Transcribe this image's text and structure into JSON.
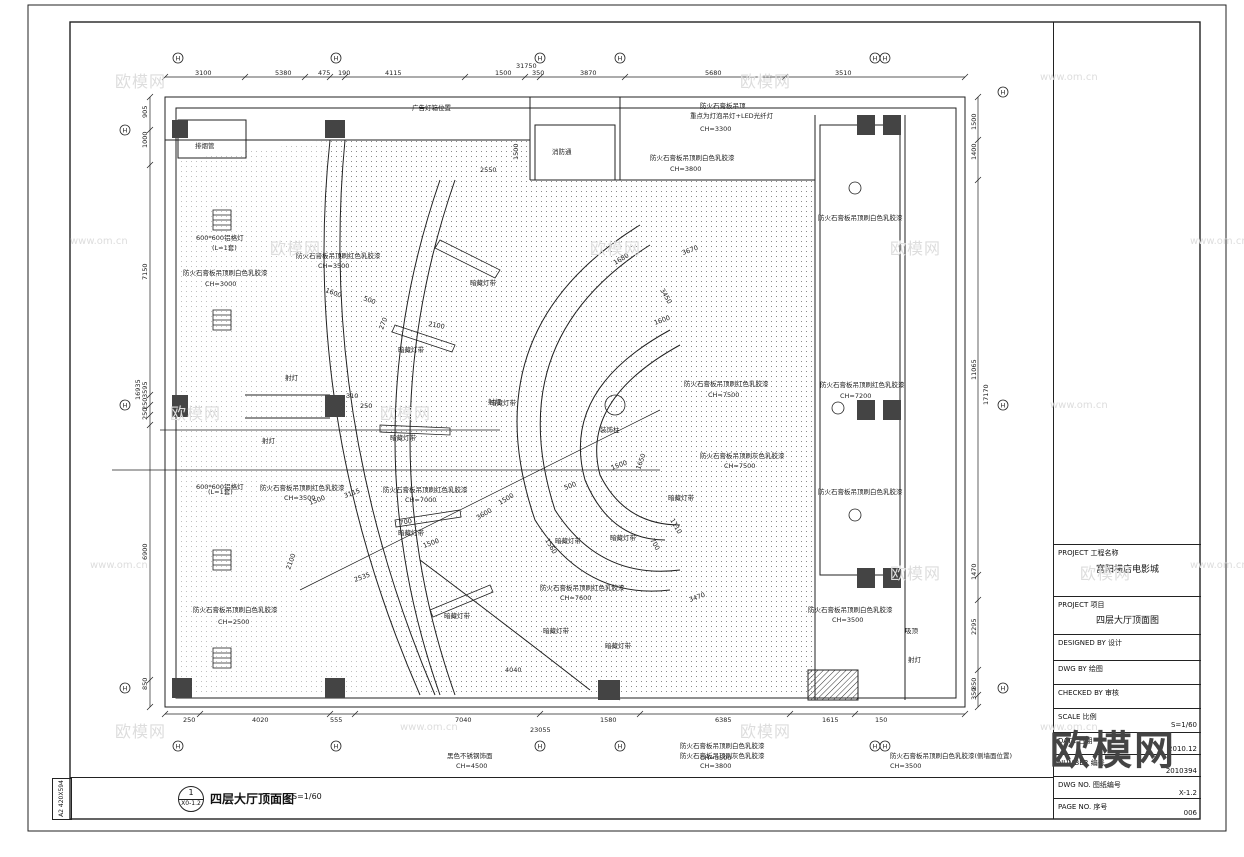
{
  "project": {
    "project_label": "PROJECT 工程名称",
    "project_name": "富阳横店电影城",
    "item_label": "PROJECT 项目",
    "item_name": "四层大厅顶面图",
    "designed_label": "DESIGNED BY 设计",
    "drawn_label": "DWG BY 绘图",
    "checked_label": "CHECKED BY 审核",
    "scale_label": "SCALE 比例",
    "scale_value": "S=1/60",
    "date_label": "DATE 日期",
    "date_value": "2010.12",
    "number_label": "NUMBER 编号",
    "number_value": "2010394",
    "dwg_no_label": "DWG NO. 图纸编号",
    "dwg_no_value": "X-1.2",
    "page_label": "PAGE NO. 序号",
    "page_value": "006"
  },
  "drawing_title": {
    "name": "四层大厅顶面图",
    "scale": "S=1/60",
    "index_no": "1",
    "index_sheet": "X0-1.2",
    "side_tag": "A2 420X594"
  },
  "dims_top": [
    "3100",
    "5380",
    "475",
    "190",
    "4115",
    "1500",
    "350",
    "3870",
    "5680",
    "3510"
  ],
  "dims_top_total": "31750",
  "dims_bottom": [
    "250",
    "4020",
    "555",
    "7040",
    "1580",
    "6385",
    "1615",
    "150"
  ],
  "dims_bottom_total": "23055",
  "dims_left": [
    "905",
    "1000",
    "7150",
    "3595",
    "250",
    "250",
    "6900",
    "850"
  ],
  "dims_left_total": "16935",
  "dims_right": [
    "1500",
    "1400",
    "11065",
    "1470",
    "2295",
    "850",
    "350"
  ],
  "dims_right_total": "17170",
  "dims_inner": [
    "2550",
    "1500",
    "1600",
    "500",
    "2100",
    "270",
    "1500",
    "3115",
    "2535",
    "2100",
    "700",
    "1500",
    "3600",
    "1500",
    "3670",
    "1680",
    "3450",
    "1600",
    "1500",
    "500",
    "1650",
    "1110",
    "700",
    "1560",
    "310",
    "250",
    "3470",
    "4040"
  ],
  "grid_labels": [
    "H",
    "H",
    "H",
    "H",
    "H",
    "H",
    "H",
    "H"
  ],
  "labels": [
    "防火石膏板吊顶刷白色乳胶漆",
    "CH=3000",
    "防火石膏板吊顶刷红色乳胶漆",
    "CH=3500",
    "600*600铝格灯",
    "(L=1套)",
    "防火石膏板吊顶刷红色乳胶漆",
    "CH=3500",
    "防火石膏板吊顶刷红色乳胶漆",
    "CH=7000",
    "防火石膏板吊顶刷白色乳胶漆",
    "CH=2500",
    "防火石膏板吊顶刷白色乳胶漆",
    "CH=3800",
    "防火石膏板吊顶刷红色乳胶漆",
    "CH=7500",
    "防火石膏板吊顶刷灰色乳胶漆",
    "CH=7500",
    "防火石膏板吊顶刷红色乳胶漆",
    "CH=7600",
    "防火石膏板吊顶刷白色乳胶漆",
    "防火石膏板吊顶刷白色乳胶漆",
    "防火石膏板吊顶刷白色乳胶漆",
    "CH=3500",
    "防火石膏板吊顶刷白色乳胶漆",
    "CH=3500",
    "防火石膏板吊顶刷红色乳胶漆",
    "CH=7200",
    "排烟管",
    "消防通",
    "广告灯箱位置",
    "暗藏灯带",
    "暗藏灯带",
    "暗藏灯带",
    "暗藏灯带",
    "暗藏灯带",
    "暗藏灯带",
    "射灯",
    "射灯",
    "射灯",
    "装饰柱",
    "暗藏灯带",
    "暗藏灯带",
    "暗藏灯带",
    "防火石膏板吊顶",
    "重点为灯泡吊灯+LED光纤灯",
    "CH=3300",
    "600*600铝格灯",
    "(L=1套)",
    "黑色不锈钢饰面",
    "CH=4500",
    "防火石膏板吊顶刷灰色乳胶漆",
    "CH=3800",
    "防火石膏板吊顶刷白色乳胶漆(侧墙面位置)",
    "CH=3500",
    "吸顶",
    "射灯",
    "暗藏灯带",
    "暗藏灯带"
  ],
  "watermarks": [
    "欧模网",
    "欧模网",
    "欧模网",
    "欧模网",
    "欧模网",
    "欧模网",
    "欧模网",
    "欧模网",
    "欧模网",
    "欧模网",
    "欧模网"
  ],
  "watermark_urls": [
    "www.om.cn",
    "www.om.cn",
    "www.om.cn",
    "www.om.cn",
    "www.om.cn",
    "www.om.cn",
    "www.om.cn",
    "www.om.cn"
  ],
  "logo_text": "欧模网"
}
